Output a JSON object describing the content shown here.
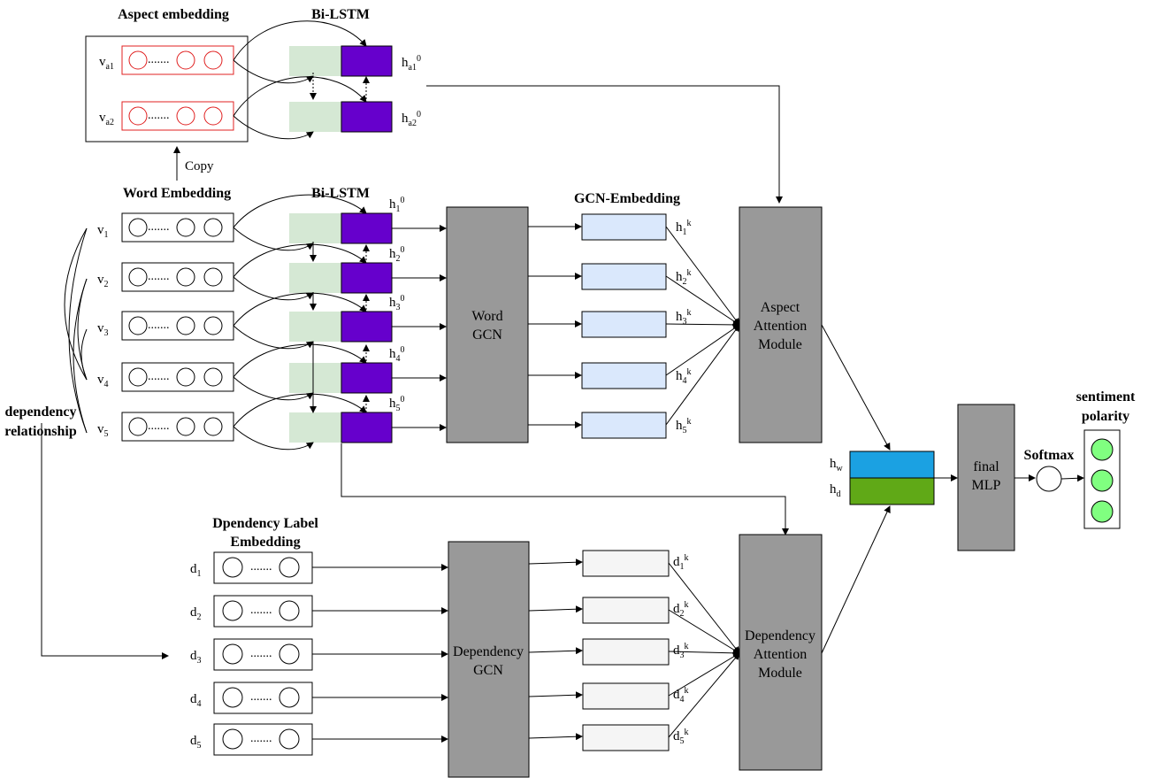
{
  "titles": {
    "aspect_embedding": "Aspect embedding",
    "bilstm_aspect": "Bi-LSTM",
    "copy": "Copy",
    "word_embedding": "Word Embedding",
    "bilstm_word": "Bi-LSTM",
    "gcn_embedding": "GCN-Embedding",
    "dependency_relationship": [
      "dependency",
      "relationship"
    ],
    "dependency_label_embedding": [
      "Dpendency Label",
      "Embedding"
    ],
    "sentiment_polarity": [
      "sentiment",
      "polarity"
    ],
    "softmax": "Softmax"
  },
  "modules": {
    "word_gcn": [
      "Word",
      "GCN"
    ],
    "dependency_gcn": [
      "Dependency",
      "GCN"
    ],
    "aspect_attention": [
      "Aspect",
      "Attention",
      "Module"
    ],
    "dependency_attention": [
      "Dependency",
      "Attention",
      "Module"
    ],
    "final_mlp": [
      "final",
      "MLP"
    ]
  },
  "aspect_rows": [
    {
      "label": "v",
      "sub": "a1",
      "h": "h",
      "hsub": "a1",
      "hsup": "0"
    },
    {
      "label": "v",
      "sub": "a2",
      "h": "h",
      "hsub": "a2",
      "hsup": "0"
    }
  ],
  "word_rows": [
    {
      "label": "v",
      "sub": "1",
      "h": "h",
      "hsub": "1",
      "hsup": "0",
      "g": "h",
      "gsub": "1",
      "gsup": "k"
    },
    {
      "label": "v",
      "sub": "2",
      "h": "h",
      "hsub": "2",
      "hsup": "0",
      "g": "h",
      "gsub": "2",
      "gsup": "k"
    },
    {
      "label": "v",
      "sub": "3",
      "h": "h",
      "hsub": "3",
      "hsup": "0",
      "g": "h",
      "gsub": "3",
      "gsup": "k"
    },
    {
      "label": "v",
      "sub": "4",
      "h": "h",
      "hsub": "4",
      "hsup": "0",
      "g": "h",
      "gsub": "4",
      "gsup": "k"
    },
    {
      "label": "v",
      "sub": "5",
      "h": "h",
      "hsub": "5",
      "hsup": "0",
      "g": "h",
      "gsub": "5",
      "gsup": "k"
    }
  ],
  "dep_rows": [
    {
      "label": "d",
      "sub": "1",
      "g": "d",
      "gsub": "1",
      "gsup": "k"
    },
    {
      "label": "d",
      "sub": "2",
      "g": "d",
      "gsub": "2",
      "gsup": "k"
    },
    {
      "label": "d",
      "sub": "3",
      "g": "d",
      "gsub": "3",
      "gsup": "k"
    },
    {
      "label": "d",
      "sub": "4",
      "g": "d",
      "gsub": "4",
      "gsup": "k"
    },
    {
      "label": "d",
      "sub": "5",
      "g": "d",
      "gsub": "5",
      "gsup": "k"
    }
  ],
  "concat": {
    "hw": {
      "label": "h",
      "sub": "w"
    },
    "hd": {
      "label": "h",
      "sub": "d"
    }
  },
  "dots": ".......",
  "colors": {
    "lstm_light": "#d5e8d4",
    "lstm_dark": "#6600cc",
    "gcn_emb": "#dae8fc",
    "dep_emb": "#f5f5f5",
    "module": "#999999",
    "hw": "#1ba1e2",
    "hd": "#60a917",
    "polarity": "#80ff80",
    "aspect_outline": "#e02020"
  }
}
